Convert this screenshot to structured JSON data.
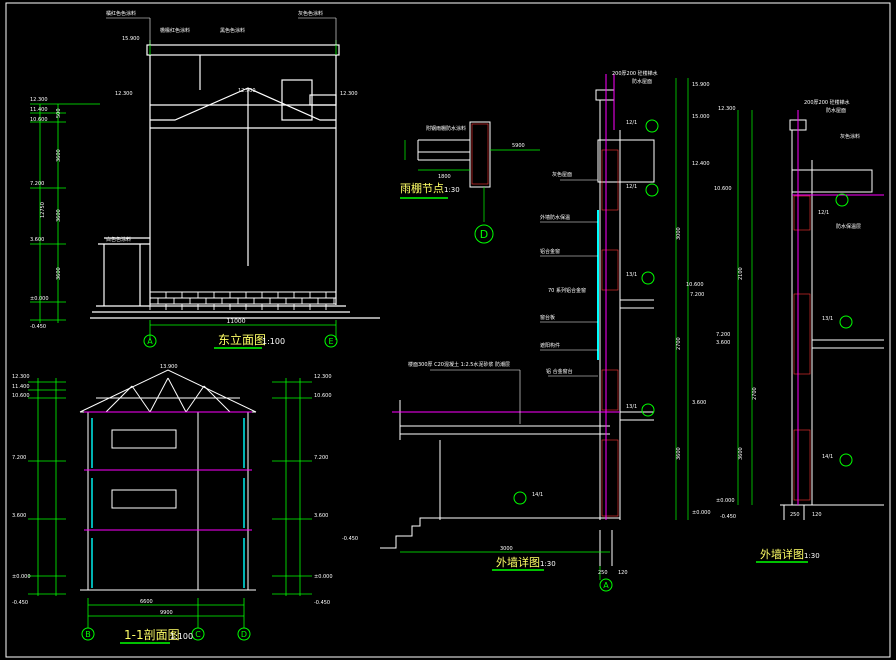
{
  "palette": {
    "background": "#000000",
    "outline": "#ffffff",
    "dimension": "#00ff00",
    "accent": "#ff00ff",
    "glass": "#00ffff",
    "hatch": "#ff3333",
    "note": "#ffff66"
  },
  "elevation": {
    "title": "东立面图",
    "scale": "1:100",
    "notes_top": [
      "橘红色色涂料",
      "檐椽红色涂料",
      "黑色色涂料",
      "灰色色涂料"
    ],
    "note_side": "白色色涂料",
    "levels": [
      "15.900",
      "12.300",
      "11.400",
      "10.600",
      "7.200",
      "3.600",
      "±0.000",
      "-0.450"
    ],
    "ridge": "12.900",
    "eave_left": "12.300",
    "eave_right": "12.300",
    "dims_left": [
      "500",
      "3600",
      "12750",
      "3600",
      "3600"
    ],
    "total_width": "11000",
    "axis_left": "A",
    "axis_right": "E"
  },
  "section": {
    "title": "1-1剖面图",
    "scale": "1:100",
    "ridge": "13.900",
    "levels_left": [
      "12.300",
      "11.400",
      "10.600",
      "7.200",
      "3.600",
      "±0.000",
      "-0.450"
    ],
    "levels_right": [
      "12.300",
      "10.600",
      "7.200",
      "3.600",
      "±0.000",
      "-0.450"
    ],
    "dims_bottom": [
      "6600",
      "9900"
    ],
    "axes": [
      "B",
      "C",
      "D"
    ]
  },
  "canopy": {
    "title": "雨棚节点",
    "scale": "1:30",
    "note": "附钢雨棚防水涂料",
    "dim_a": "1800",
    "dim_b": "5900",
    "axis": "D"
  },
  "wall_detail_a": {
    "title": "外墙详图",
    "scale": "1:30",
    "top_notes": [
      "200厚200 砼楼梯水",
      "防水屋面"
    ],
    "side_notes": [
      "灰色屋面",
      "外墙防水保温",
      "铝合金窗",
      "70 系列铝合金窗",
      "窗台板",
      "遮阳构件",
      "铝 合金窗台"
    ],
    "long_note": "楼面300厚 C20混凝土 1:2.5水泥砂浆 防潮层",
    "levels": [
      "15.900",
      "15.000",
      "12.400",
      "10.600",
      "7.200",
      "3.600",
      "±0.000",
      "-0.450"
    ],
    "dims": [
      "3000",
      "2700",
      "3600",
      "3000"
    ],
    "tags": [
      "12/1",
      "12/1",
      "13/1",
      "13/1",
      "14/1"
    ],
    "axis": "A",
    "dims_bottom": [
      "250",
      "120"
    ]
  },
  "wall_detail_b": {
    "title": "外墙详图",
    "scale": "1:30",
    "top_notes": [
      "200厚200 砼楼梯水",
      "防水屋面"
    ],
    "side_notes": [
      "灰色涂料",
      "防水保温层"
    ],
    "levels": [
      "12.300",
      "10.600",
      "7.200",
      "3.600",
      "±0.000",
      "-0.450"
    ],
    "dims": [
      "2100",
      "2700",
      "3600"
    ],
    "tags": [
      "12/1",
      "13/1",
      "14/1"
    ],
    "dims_bottom": [
      "250",
      "120"
    ]
  }
}
